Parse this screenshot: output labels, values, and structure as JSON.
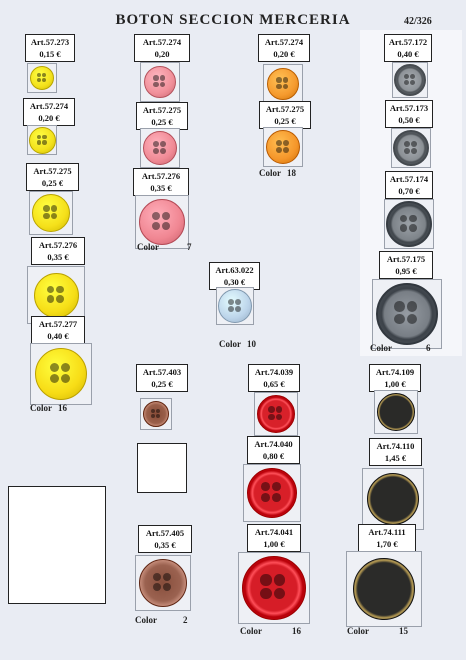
{
  "header": {
    "title": "BOTON SECCION MERCERIA",
    "page": "42/326"
  },
  "items": [
    {
      "code": "Art.57.273",
      "price": "0,15 €",
      "color": "#f3e11c"
    },
    {
      "code": "Art.57.274",
      "price": "0,20 €",
      "color": "#f3e11c"
    },
    {
      "code": "Art.57.275",
      "price": "0,25 €",
      "color": "#f5e01a"
    },
    {
      "code": "Art.57.276",
      "price": "0,35 €",
      "color": "#f6de17"
    },
    {
      "code": "Art.57.277",
      "price": "0,40 €",
      "color": "#f7dc16"
    },
    {
      "code": "Art.57.274",
      "price": "0,20",
      "color": "#f08f99"
    },
    {
      "code": "Art.57.275",
      "price": "0,25 €",
      "color": "#f08a95"
    },
    {
      "code": "Art.57.276",
      "price": "0,35 €",
      "color": "#f08692"
    },
    {
      "code": "Art.57.274",
      "price": "0,20 €",
      "color": "#f59a2e"
    },
    {
      "code": "Art.57.275",
      "price": "0,25 €",
      "color": "#f5962a"
    },
    {
      "code": "Art.63.022",
      "price": "0,30 €",
      "color": "#bcd4ea"
    },
    {
      "code": "Art.57.172",
      "price": "0,40 €",
      "color": "#6f7479"
    },
    {
      "code": "Art.57.173",
      "price": "0,50 €",
      "color": "#6c7176"
    },
    {
      "code": "Art.57.174",
      "price": "0,70 €",
      "color": "#5f656b"
    },
    {
      "code": "Art.57.175",
      "price": "0,95 €",
      "color": "#5a6067"
    },
    {
      "code": "Art.57.403",
      "price": "0,25 €",
      "color": "#9a5f4a"
    },
    {
      "code": "Art.57.405",
      "price": "0,35 €",
      "color": "#9b6250"
    },
    {
      "code": "Art.74.039",
      "price": "0,65 €",
      "color": "#d8212a"
    },
    {
      "code": "Art.74.040",
      "price": "0,80 €",
      "color": "#d81f28"
    },
    {
      "code": "Art.74.041",
      "price": "1,00 €",
      "color": "#d61d27"
    },
    {
      "code": "Art.74.109",
      "price": "1,00 €",
      "color": "#2a2a28"
    },
    {
      "code": "Art.74.110",
      "price": "1,45 €",
      "color": "#2a2a28"
    },
    {
      "code": "Art.74.111",
      "price": "1,70 €",
      "color": "#2b2b29"
    }
  ],
  "colors": [
    {
      "label": "Color",
      "num": "16"
    },
    {
      "label": "Color",
      "num": "7"
    },
    {
      "label": "Color",
      "num": "18"
    },
    {
      "label": "Color",
      "num": "10"
    },
    {
      "label": "Color",
      "num": "6"
    },
    {
      "label": "Color",
      "num": "2"
    },
    {
      "label": "Color",
      "num": "16"
    },
    {
      "label": "Color",
      "num": "15"
    }
  ]
}
